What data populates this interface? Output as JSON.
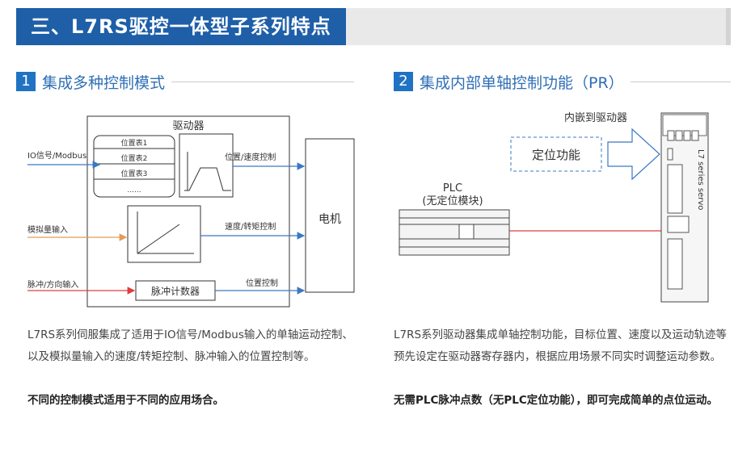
{
  "banner": {
    "title": "三、L7RS驱控一体型子系列特点"
  },
  "section1": {
    "number": "1",
    "title": "集成多种控制模式",
    "diagram": {
      "driver_label": "驱动器",
      "position_tables": [
        "位置表1",
        "位置表2",
        "位置表3",
        "......"
      ],
      "inputs": [
        "IO信号/Modbus",
        "模拟量输入",
        "脉冲/方向输入"
      ],
      "outputs": [
        "位置/速度控制",
        "速度/转矩控制",
        "位置控制"
      ],
      "counter_label": "脉冲计数器",
      "motor_label": "电机"
    },
    "paragraph": "L7RS系列伺服集成了适用于IO信号/Modbus输入的单轴运动控制、以及模拟量输入的速度/转矩控制、脉冲输入的位置控制等。",
    "highlight": "不同的控制模式适用于不同的应用场合。"
  },
  "section2": {
    "number": "2",
    "title": "集成内部单轴控制功能（PR）",
    "diagram": {
      "embed_label": "内嵌到驱动器",
      "function_label": "定位功能",
      "plc_label": "PLC",
      "plc_sublabel": "(无定位模块)",
      "servo_text": "L7 series servo"
    },
    "paragraph": "L7RS系列驱动器集成单轴控制功能，目标位置、速度以及运动轨迹等预先设定在驱动器寄存器内，根据应用场景不同实时调整运动参数。",
    "highlight": "无需PLC脉冲点数（无PLC定位功能），即可完成简单的点位运动。"
  },
  "colors": {
    "brand": "#1e5fa8",
    "accent": "#1f73c2",
    "blue_line": "#3a78c3",
    "orange_line": "#e59a55",
    "red_line": "#e03c3c"
  }
}
